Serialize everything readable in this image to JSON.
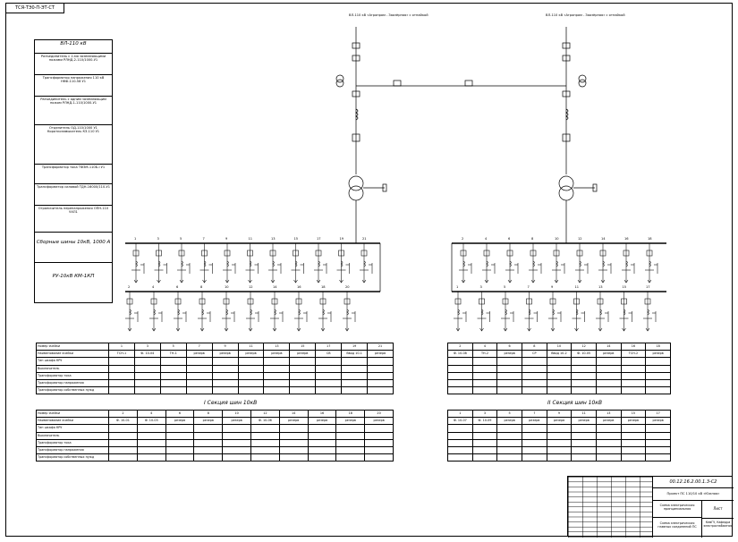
{
  "stamp_code": "ТСЯ-ТЭ0-П-ЭТ-СТ",
  "left_column": {
    "title": "ВЛ-110 кВ",
    "blocks": [
      "Разъединитель с 2-мя заземляющими ножами РЛНД-2-110/1000-У1",
      "Трансформатор напряжения 110 кВ НКФ-110-58 У1",
      "Разъединитель с одним заземляющим ножом РЛНД-1-110/1000-У1",
      "Отделитель ОД-110/1000 У1 Короткозамыкатель КЗ-110 У1",
      "Трансформатор тока ТФЗМ-110Б-I У1",
      "Трансформатор силовой ТДН-16000/110-У1",
      "Ограничитель перенапряжения ОПН-110 УХЛ1"
    ],
    "busbar": "Сборные шины 10кВ, 1000 А",
    "switchgear": "РУ-10кВ КМ-1КП"
  },
  "lines": {
    "left": "ВЛ-110 кВ «Агропром - Заозёрная» с отпайкой",
    "right": "ВЛ-110 кВ «Агропром - Заозёрная» с отпайкой"
  },
  "bay_numbers_top_left": [
    "1",
    "3",
    "5",
    "7",
    "9",
    "11",
    "13",
    "15",
    "17",
    "19",
    "21"
  ],
  "bay_numbers_bottom_left": [
    "2",
    "4",
    "6",
    "8",
    "10",
    "12",
    "14",
    "16",
    "18",
    "20"
  ],
  "bay_numbers_top_right": [
    "2",
    "4",
    "6",
    "8",
    "10",
    "12",
    "14",
    "16",
    "18"
  ],
  "bay_numbers_bottom_right": [
    "1",
    "3",
    "5",
    "7",
    "9",
    "11",
    "13",
    "15",
    "17"
  ],
  "section_titles": {
    "first": "I Секция шин 10кВ",
    "second": "II Секция шин 10кВ"
  },
  "table_row_labels": [
    "Номер ячейки",
    "Наименование ячейки",
    "Тип шкафа КРУ",
    "Выключатель",
    "Трансформатор тока",
    "Трансформатор напряжения",
    "Трансформатор собственных нужд"
  ],
  "table1_cols": [
    "1",
    "3",
    "5",
    "7",
    "9",
    "11",
    "13",
    "15",
    "17",
    "19",
    "21"
  ],
  "table1_names": [
    "ТСН-1",
    "Ф. 10-04",
    "ТН-1",
    "резерв",
    "резерв",
    "резерв",
    "резерв",
    "резерв",
    "СВ",
    "Ввод 10-1",
    "резерв"
  ],
  "table2_cols": [
    "2",
    "4",
    "6",
    "8",
    "10",
    "12",
    "14",
    "16",
    "18",
    "20"
  ],
  "table2_names": [
    "Ф. 10-01",
    "Ф. 10-03",
    "резерв",
    "резерв",
    "резерв",
    "Ф. 10-06",
    "резерв",
    "резерв",
    "резерв",
    "резерв"
  ],
  "table3_cols": [
    "2",
    "4",
    "6",
    "8",
    "10",
    "12",
    "14",
    "16",
    "18"
  ],
  "table3_names": [
    "Ф. 10-08",
    "ТН-2",
    "резерв",
    "СР",
    "Ввод 10-2",
    "Ф. 10-05",
    "резерв",
    "ТСН-2",
    "резерв"
  ],
  "table4_cols": [
    "1",
    "3",
    "5",
    "7",
    "9",
    "11",
    "13",
    "15",
    "17"
  ],
  "table4_names": [
    "Ф. 10-07",
    "Ф. 10-09",
    "резерв",
    "резерв",
    "резерв",
    "резерв",
    "резерв",
    "резерв",
    "резерв"
  ],
  "title_block": {
    "doc_code": "00.12.16.2.00.1.3-С2",
    "project": "Проект ПС 110/10 кВ «Южная»",
    "sheet_name": "Схема электрическая принципиальная",
    "sheet": "Лист",
    "drawing_name": "Схема электрическая главных соединений ПС",
    "org": "КемГУ, Кафедра электроснабжения"
  },
  "icons": [
    "breaker-icon",
    "disconnector-icon",
    "transformer-icon",
    "ground-icon",
    "arrow-down-icon"
  ]
}
